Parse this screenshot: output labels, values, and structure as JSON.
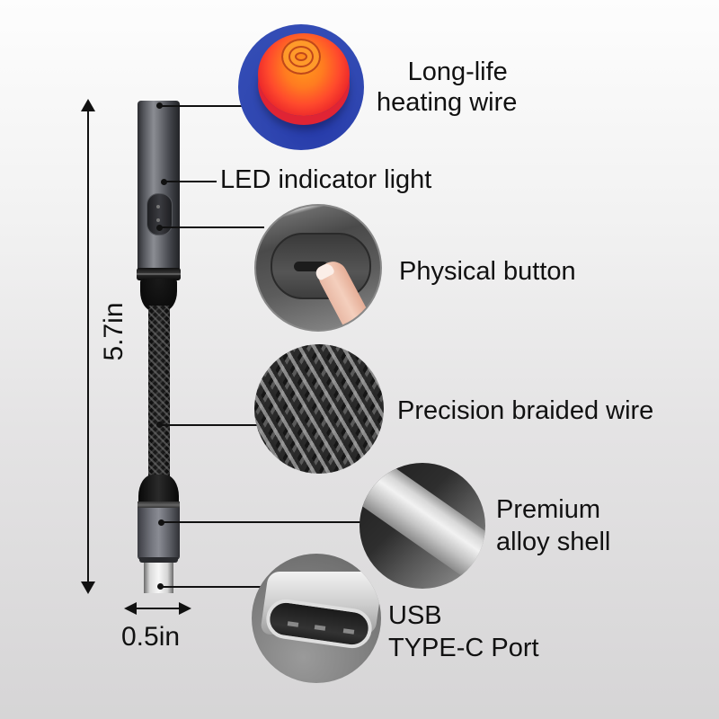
{
  "features": [
    {
      "id": "heating",
      "label_lines": [
        "Long-life",
        "heating wire"
      ]
    },
    {
      "id": "led",
      "label_lines": [
        "LED indicator light"
      ]
    },
    {
      "id": "button",
      "label_lines": [
        "Physical button"
      ]
    },
    {
      "id": "braid",
      "label_lines": [
        "Precision braided wire"
      ]
    },
    {
      "id": "alloy",
      "label_lines": [
        "Premium",
        "alloy shell"
      ]
    },
    {
      "id": "usbc",
      "label_lines": [
        "USB",
        "TYPE-C Port"
      ]
    }
  ],
  "dimensions": {
    "length": "5.7in",
    "width": "0.5in"
  },
  "colors": {
    "background_top": "#fdfdfd",
    "background_bottom": "#d6d5d6",
    "text": "#111111",
    "heating_red": "#e8202a",
    "heating_orange": "#ff9a1c",
    "heating_blue": "#2f46b0"
  }
}
